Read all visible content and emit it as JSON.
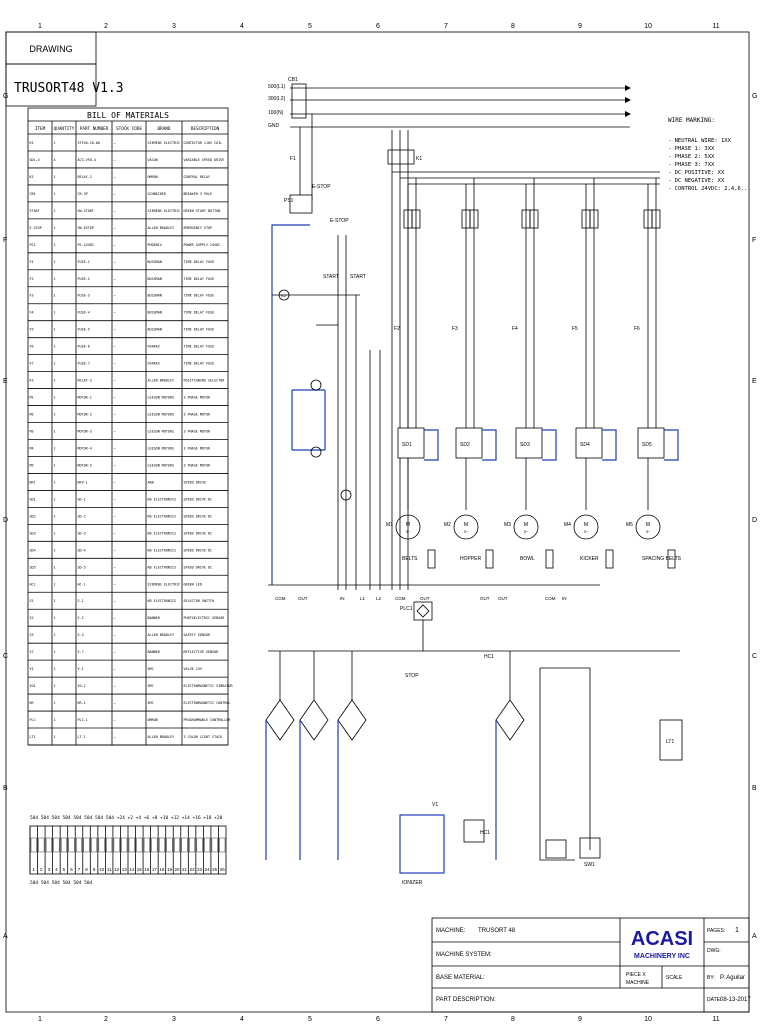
{
  "sheet": {
    "col_labels": [
      "1",
      "2",
      "3",
      "4",
      "5",
      "6",
      "7",
      "8",
      "9",
      "10",
      "11"
    ],
    "row_labels": [
      "G",
      "F",
      "E",
      "D",
      "C",
      "B",
      "A"
    ],
    "drawing_label": "DRAWING",
    "drawing_title": "TRUSORT48 V1.3"
  },
  "bom": {
    "title": "BILL OF MATERIALS",
    "headers": [
      "ITEM",
      "QUANTITY",
      "PART NUMBER",
      "STOCK CODE",
      "BRAND",
      "DESCRIPTION"
    ],
    "rows": [
      [
        "K1",
        "1",
        "3TF40-10-0A",
        "—",
        "SIEMENS ELECTRIC",
        "CONTACTOR 110V COIL"
      ],
      [
        "SD1-4",
        "4",
        "ACS-VFD-4",
        "—",
        "VACON",
        "VARIABLE SPEED DRIVE"
      ],
      [
        "K2",
        "1",
        "RELAY-2",
        "—",
        "OMRON",
        "CONTROL RELAY"
      ],
      [
        "CB1",
        "1",
        "CB-3P",
        "—",
        "SCHNEIDER",
        "BREAKER 3 POLE"
      ],
      [
        "START",
        "1",
        "SW-START",
        "—",
        "SIEMENS ELECTRIC",
        "GREEN START BUTTON"
      ],
      [
        "E-STOP",
        "1",
        "SW-ESTOP",
        "—",
        "ALLEN BRADLEY",
        "EMERGENCY STOP"
      ],
      [
        "PS1",
        "1",
        "PS-24VDC",
        "—",
        "PHOENIX",
        "POWER SUPPLY 24VDC"
      ],
      [
        "F1",
        "1",
        "FUSE-1",
        "—",
        "BUSSMAN",
        "TIME DELAY FUSE"
      ],
      [
        "F2",
        "1",
        "FUSE-2",
        "—",
        "BUSSMAN",
        "TIME DELAY FUSE"
      ],
      [
        "F3",
        "1",
        "FUSE-3",
        "—",
        "BUSSMAN",
        "TIME DELAY FUSE"
      ],
      [
        "F4",
        "1",
        "FUSE-4",
        "—",
        "BUSSMAN",
        "TIME DELAY FUSE"
      ],
      [
        "F5",
        "1",
        "FUSE-5",
        "—",
        "BUSSMAN",
        "TIME DELAY FUSE"
      ],
      [
        "F6",
        "1",
        "FUSE-6",
        "—",
        "FERRAZ",
        "TIME DELAY FUSE"
      ],
      [
        "F7",
        "1",
        "FUSE-7",
        "—",
        "FERRAZ",
        "TIME DELAY FUSE"
      ],
      [
        "K3",
        "1",
        "RELAY-3",
        "—",
        "ALLEN BRADLEY",
        "POSITIONING SELECTOR"
      ],
      [
        "M1",
        "1",
        "MOTOR-1",
        "—",
        "LEESON MOTORS",
        "3 PHASE MOTOR"
      ],
      [
        "M2",
        "1",
        "MOTOR-2",
        "—",
        "LEESON MOTORS",
        "3 PHASE MOTOR"
      ],
      [
        "M3",
        "1",
        "MOTOR-3",
        "—",
        "LEESON MOTORS",
        "3 PHASE MOTOR"
      ],
      [
        "M4",
        "1",
        "MOTOR-4",
        "—",
        "LEESON MOTORS",
        "3 PHASE MOTOR"
      ],
      [
        "M5",
        "1",
        "MOTOR-5",
        "—",
        "LEESON MOTORS",
        "3 PHASE MOTOR"
      ],
      [
        "DR1",
        "1",
        "DRV-1",
        "—",
        "ABB",
        "SPEED DRIVE"
      ],
      [
        "SD1",
        "1",
        "SD-1",
        "—",
        "KB ELECTRONICS",
        "SPEED DRIVE DC"
      ],
      [
        "SD2",
        "1",
        "SD-2",
        "—",
        "KB ELECTRONICS",
        "SPEED DRIVE DC"
      ],
      [
        "SD3",
        "1",
        "SD-3",
        "—",
        "KB ELECTRONICS",
        "SPEED DRIVE DC"
      ],
      [
        "SD4",
        "1",
        "SD-4",
        "—",
        "KB ELECTRONICS",
        "SPEED DRIVE DC"
      ],
      [
        "SD5",
        "1",
        "SD-5",
        "—",
        "KB ELECTRONICS",
        "SPEED DRIVE DC"
      ],
      [
        "HC1",
        "1",
        "HC-1",
        "—",
        "SIEMENS ELECTRIC",
        "GREEN LED"
      ],
      [
        "S1",
        "1",
        "S-1",
        "—",
        "KB ELECTRONICS",
        "SELECTOR SWITCH"
      ],
      [
        "S2",
        "1",
        "S-2",
        "—",
        "BANNER",
        "PHOTOELECTRIC SENSOR"
      ],
      [
        "S3",
        "1",
        "S-3",
        "—",
        "ALLEN BRADLEY",
        "SAFETY SENSOR"
      ],
      [
        "S7",
        "1",
        "S-7",
        "—",
        "BANNER",
        "REFLECTIVE SENSOR"
      ],
      [
        "V1",
        "1",
        "V-1",
        "—",
        "SMC",
        "VALVE 24V"
      ],
      [
        "IO1",
        "1",
        "IO-1",
        "—",
        "SMC",
        "ELECTROMAGNETIC VIBRATOR"
      ],
      [
        "KR",
        "1",
        "KR-1",
        "—",
        "SMC",
        "ELECTROMAGNETIC CONTROL"
      ],
      [
        "PLC",
        "1",
        "PLC-1",
        "—",
        "OMRON",
        "PROGRAMMABLE CONTROLLER"
      ],
      [
        "LT1",
        "1",
        "LT-1",
        "—",
        "ALLEN BRADLEY",
        "3 COLOR LIGHT STACK"
      ]
    ]
  },
  "power": {
    "cb_label": "CB1",
    "lines": [
      "500(L1)",
      "300(L2)",
      "100(N)",
      "GND"
    ],
    "wire_marking_title": "WIRE MARKING:",
    "wire_marking": [
      "- NEUTRAL WIRE: 1XX",
      "- PHASE 1: 3XX",
      "- PHASE 2: 5XX",
      "- PHASE 3: 7XX",
      "- DC POSITIVE: XX",
      "- DC NEGATIVE: XX",
      "- CONTROL 24VDC: 2,4,6..."
    ],
    "estop": "E-STOP",
    "start": "START",
    "motors": [
      {
        "id": "M1",
        "name": "BELTS"
      },
      {
        "id": "M2",
        "name": "HOPPER"
      },
      {
        "id": "M3",
        "name": "BOWL"
      },
      {
        "id": "M4",
        "name": "KICKER"
      },
      {
        "id": "M5",
        "name": "SPACING BELTS"
      }
    ],
    "drives": [
      "SD1",
      "SD2",
      "SD3",
      "SD4",
      "SD5"
    ],
    "fuses": [
      "F2",
      "F3",
      "F4",
      "F5",
      "F6"
    ],
    "plc": "PLC1",
    "io_labels": [
      "COM",
      "OUT",
      "IN",
      "L1",
      "L2",
      "COM",
      "OUT",
      "OUT",
      "OUT",
      "COM",
      "IN"
    ],
    "ionizer": "IONIZER",
    "stop": "STOP",
    "hc1": "HC1",
    "v1": "V1",
    "sw1": "SW1",
    "lt1": "LT1"
  },
  "terminal": {
    "top_numbers": "504 504 504 504 504 504 504 504 +24 +2 +4 +6 +8 +10 +12 +14 +16 +18 +20",
    "bottom_numbers": [
      "1",
      "2",
      "3",
      "4",
      "5",
      "6",
      "7",
      "8",
      "9",
      "10",
      "11",
      "12",
      "13",
      "14",
      "15",
      "16",
      "17",
      "18",
      "19",
      "20",
      "21",
      "22",
      "23",
      "24",
      "25",
      "26"
    ],
    "bottom_label": "504 504 504 504 504 504"
  },
  "title_block": {
    "machine_label": "MACHINE:",
    "machine_value": "TRUSORT 48",
    "system_label": "MACHINE SYSTEM:",
    "base_label": "BASE MATERIAL:",
    "part_label": "PART DESCRIPTION:",
    "piece_label": "PIECE X",
    "piece_sub": "MACHINE",
    "scale_label": "SCALE",
    "company": "ACASI",
    "company_sub": "MACHINERY INC",
    "pages_label": "PAGES:",
    "pages_value": "1",
    "dwg_label": "DWG:",
    "by_label": "BY:",
    "by_value": "P. Aguilar",
    "date_label": "DATE:",
    "date_value": "08-13-2017"
  }
}
